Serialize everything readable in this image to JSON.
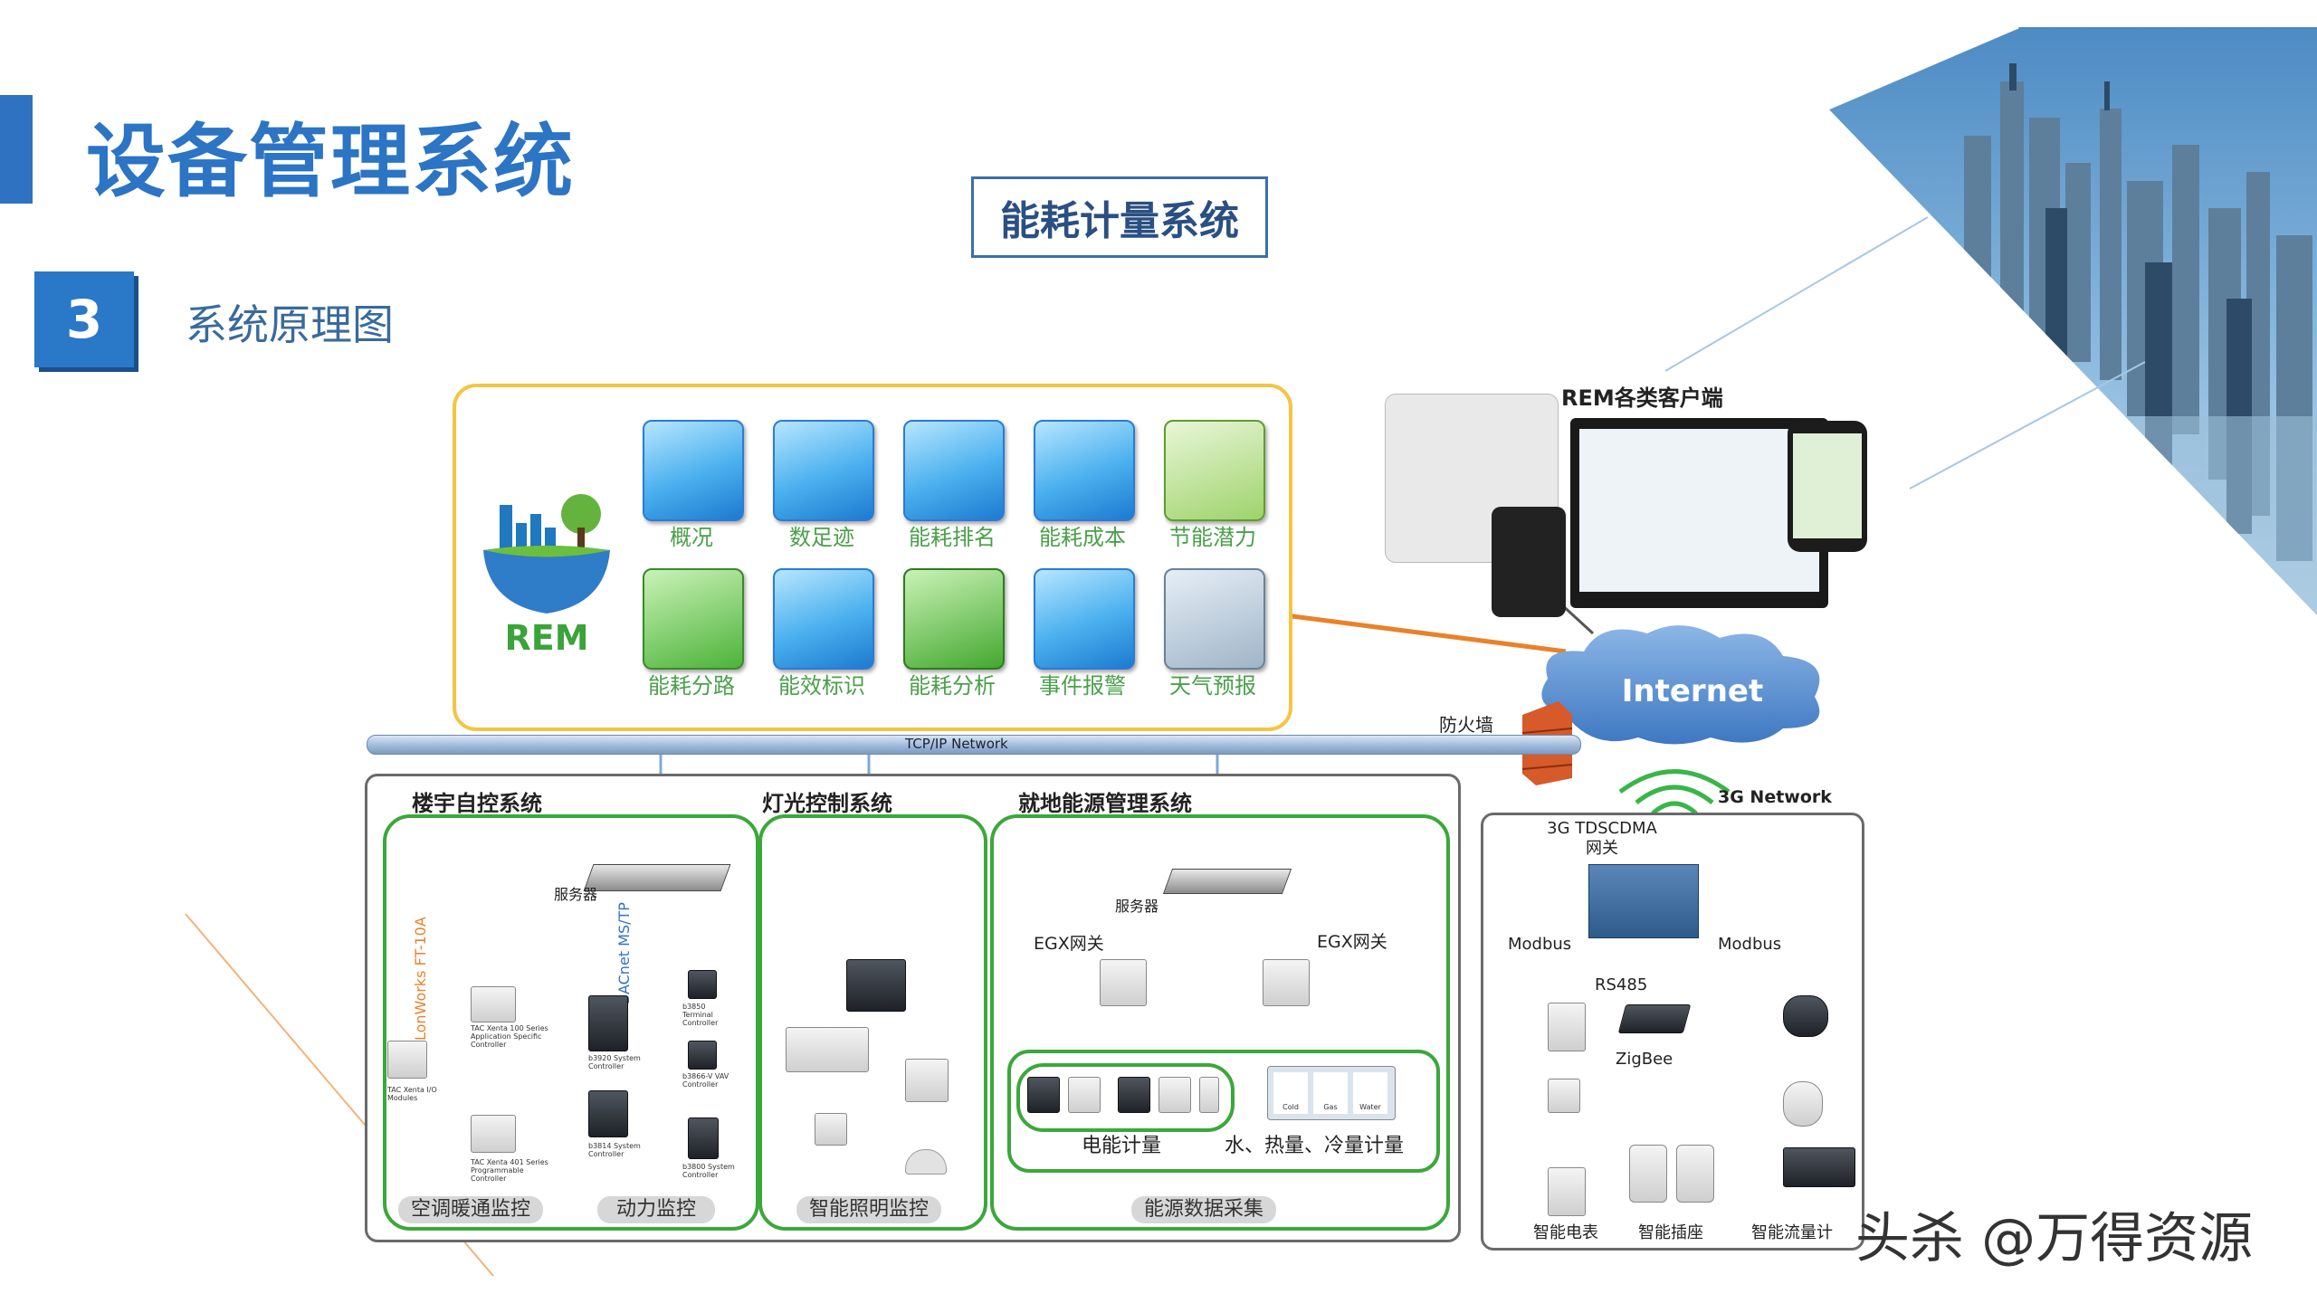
{
  "slide": {
    "title": "设备管理系统",
    "subtitle_box": "能耗计量系统",
    "section_number": "3",
    "section_title": "系统原理图"
  },
  "rem": {
    "logo_text": "REM",
    "modules": [
      "概况",
      "数足迹",
      "能耗排名",
      "能耗成本",
      "节能潜力",
      "能耗分路",
      "能效标识",
      "能耗分析",
      "事件报警",
      "天气预报"
    ]
  },
  "clients": {
    "label": "REM各类客户端",
    "internet": "Internet",
    "firewall": "防火墙"
  },
  "network": {
    "tcpip": "TCP/IP Network",
    "network3g": "3G Network"
  },
  "building": {
    "title": "楼宇自控系统",
    "server": "服务器",
    "lonworks": "LonWorks FT-10A",
    "bacnet": "BACnet MS/TP",
    "devices": {
      "xenta_io": "TAC Xenta I/O Modules",
      "xenta100": "TAC Xenta 100 Series Application Specific Controller",
      "xenta401": "TAC Xenta 401 Series Programmable Controller",
      "b3920": "b3920 System Controller",
      "b3814": "b3814 System Controller",
      "b3850": "b3850 Terminal Controller",
      "b3866": "b3866-V VAV Controller",
      "b3800": "b3800 System Controller"
    },
    "label_hvac": "空调暖通监控",
    "label_power": "动力监控"
  },
  "lighting": {
    "title": "灯光控制系统",
    "label": "智能照明监控"
  },
  "local_energy": {
    "title": "就地能源管理系统",
    "server": "服务器",
    "egx_left": "EGX网关",
    "egx_right": "EGX网关",
    "meter_label": "电能计量",
    "utility_label": "水、热量、冷量计量",
    "utility_badges": [
      "Cold",
      "Gas",
      "Water"
    ],
    "bottom_label": "能源数据采集"
  },
  "wireless": {
    "gateway": "3G TDSCDMA 网关",
    "modbus_left": "Modbus",
    "modbus_right": "Modbus",
    "rs485": "RS485",
    "zigbee": "ZigBee",
    "meter": "智能电表",
    "socket": "智能插座",
    "flow": "智能流量计"
  },
  "watermark": "头杀 @万得资源",
  "colors": {
    "accent_blue": "#2c74c4",
    "yellow_border": "#f3c542",
    "green_border": "#3aa83a",
    "orange_line": "#e8822a",
    "network_blue": "#7fa8d8"
  }
}
